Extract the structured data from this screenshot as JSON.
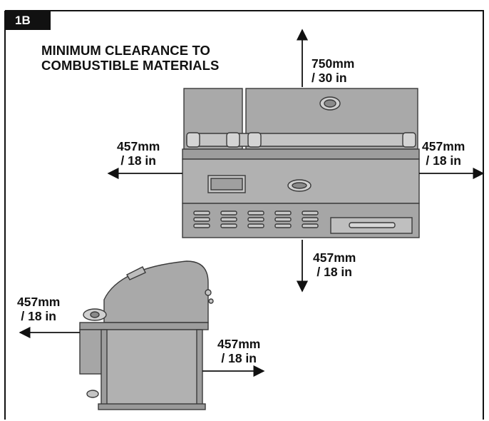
{
  "figure_label": "1B",
  "heading": {
    "line1": "MINIMUM CLEARANCE TO",
    "line2": "COMBUSTIBLE MATERIALS"
  },
  "front_view": {
    "top": {
      "line1": "750mm",
      "line2": "/ 30 in"
    },
    "left": {
      "line1": "457mm",
      "line2": "/ 18 in"
    },
    "right": {
      "line1": "457mm",
      "line2": "/ 18 in"
    },
    "bottom": {
      "line1": "457mm",
      "line2": "/ 18 in"
    }
  },
  "side_view": {
    "left": {
      "line1": "457mm",
      "line2": "/ 18 in"
    },
    "right": {
      "line1": "457mm",
      "line2": "/ 18 in"
    }
  },
  "colors": {
    "frame": "#111111",
    "grill_fill": "#a6a6a6",
    "grill_fill_light": "#bdbdbd",
    "grill_outline": "#3a3a3a"
  }
}
